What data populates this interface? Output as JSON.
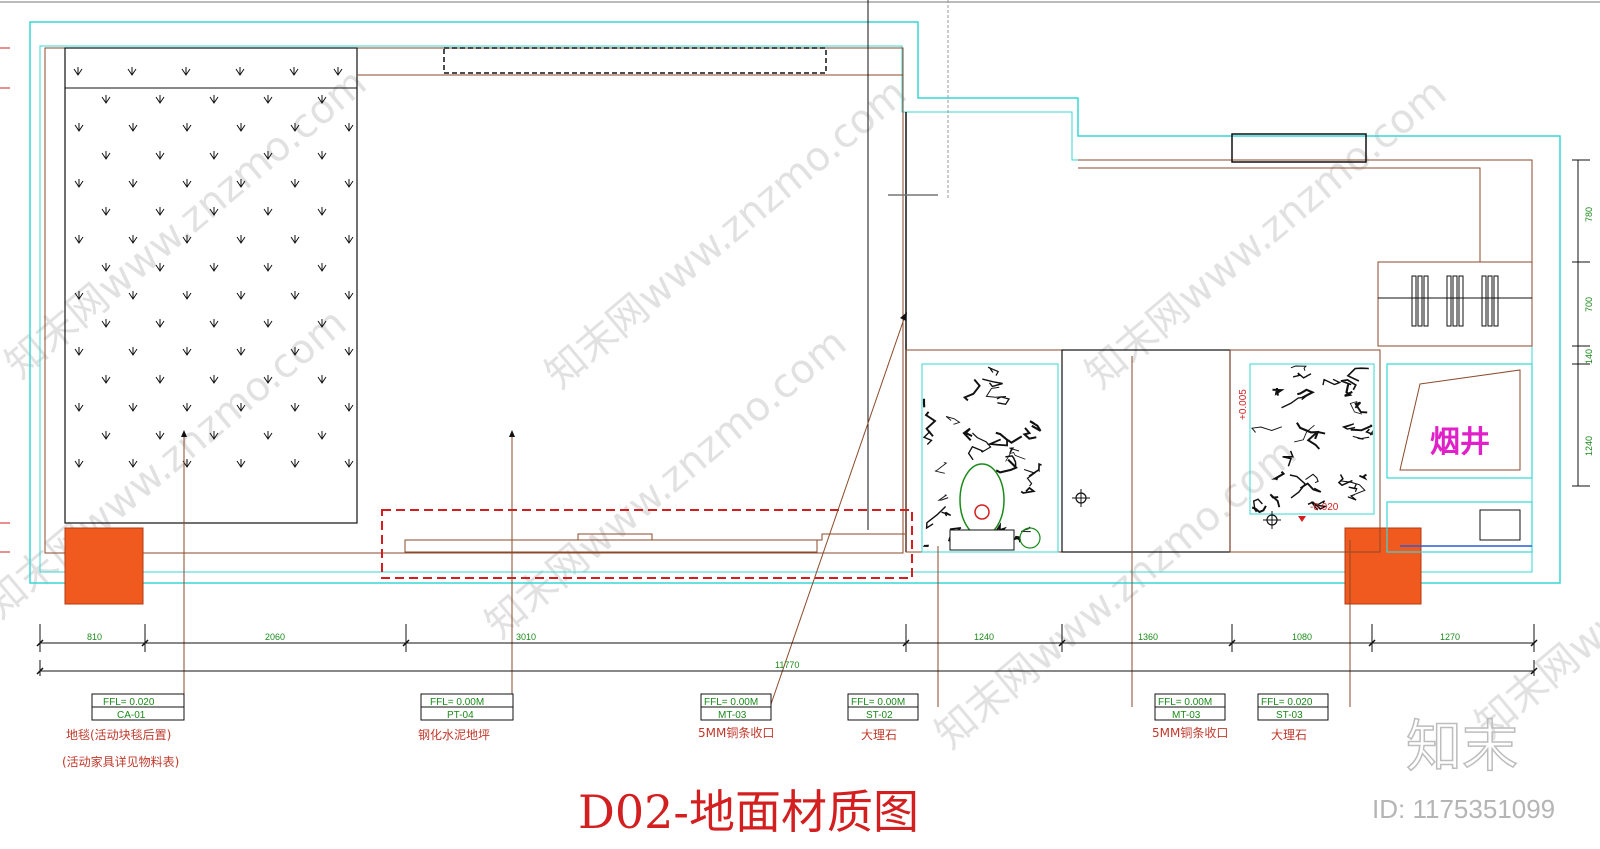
{
  "drawing": {
    "title": "D02-地面材质图",
    "shaft_label": "烟井"
  },
  "dimensions": {
    "bottom": [
      "810",
      "2060",
      "3010",
      "1240",
      "1360",
      "1080",
      "1270"
    ],
    "total": "11770",
    "right": [
      "780",
      "700",
      "140",
      "1240"
    ]
  },
  "levels": {
    "l1": "+0.005",
    "l2": "-0.020"
  },
  "tags": [
    {
      "ffl": "FFL= 0.020",
      "code": "CA-01",
      "label": "地毯(活动块毯后置)",
      "label2": "(活动家具详见物料表)"
    },
    {
      "ffl": "FFL= 0.00M",
      "code": "PT-04",
      "label": "钢化水泥地坪"
    },
    {
      "ffl": "FFL= 0.00M",
      "code": "MT-03",
      "label": "5MM铜条收口"
    },
    {
      "ffl": "FFL= 0.00M",
      "code": "ST-02",
      "label": "大理石"
    },
    {
      "ffl": "FFL= 0.00M",
      "code": "MT-03",
      "label": "5MM铜条收口"
    },
    {
      "ffl": "FFL= 0.020",
      "code": "ST-03",
      "label": "大理石"
    }
  ],
  "watermark": {
    "text": "知末网www.znzmo.com",
    "logo": "知末",
    "id": "ID: 1175351099"
  },
  "colors": {
    "title": "#d31f1f",
    "dimension": "#1a8a1a",
    "cyan_line": "#37d7d7",
    "brown_line": "#8b4a2b",
    "column": "#f05a1e",
    "shaft": "#e020c8"
  }
}
